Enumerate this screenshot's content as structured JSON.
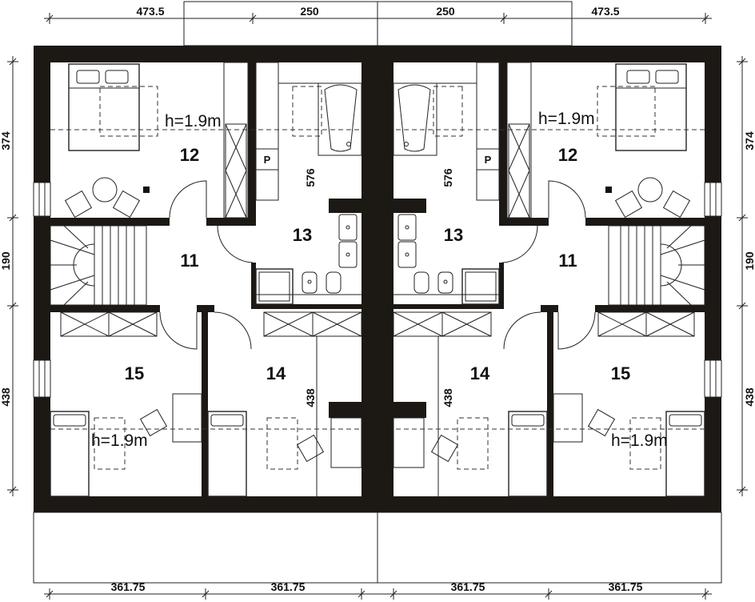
{
  "dimensions": {
    "top": [
      "473.5",
      "250",
      "250",
      "473.5"
    ],
    "bottom": [
      "361.75",
      "361.75",
      "361.75",
      "361.75"
    ],
    "left": [
      "374",
      "190",
      "438"
    ],
    "right": [
      "374",
      "190",
      "438"
    ],
    "inner": [
      "576",
      "576",
      "438",
      "438"
    ]
  },
  "rooms": {
    "left_unit": [
      "12",
      "13",
      "11",
      "15",
      "14"
    ],
    "right_unit": [
      "12",
      "13",
      "11",
      "14",
      "15"
    ]
  },
  "heights": [
    "h=1.9m",
    "h=1.9m",
    "h=1.9m",
    "h=1.9m"
  ],
  "marks": {
    "pantry": [
      "P",
      "P"
    ]
  }
}
